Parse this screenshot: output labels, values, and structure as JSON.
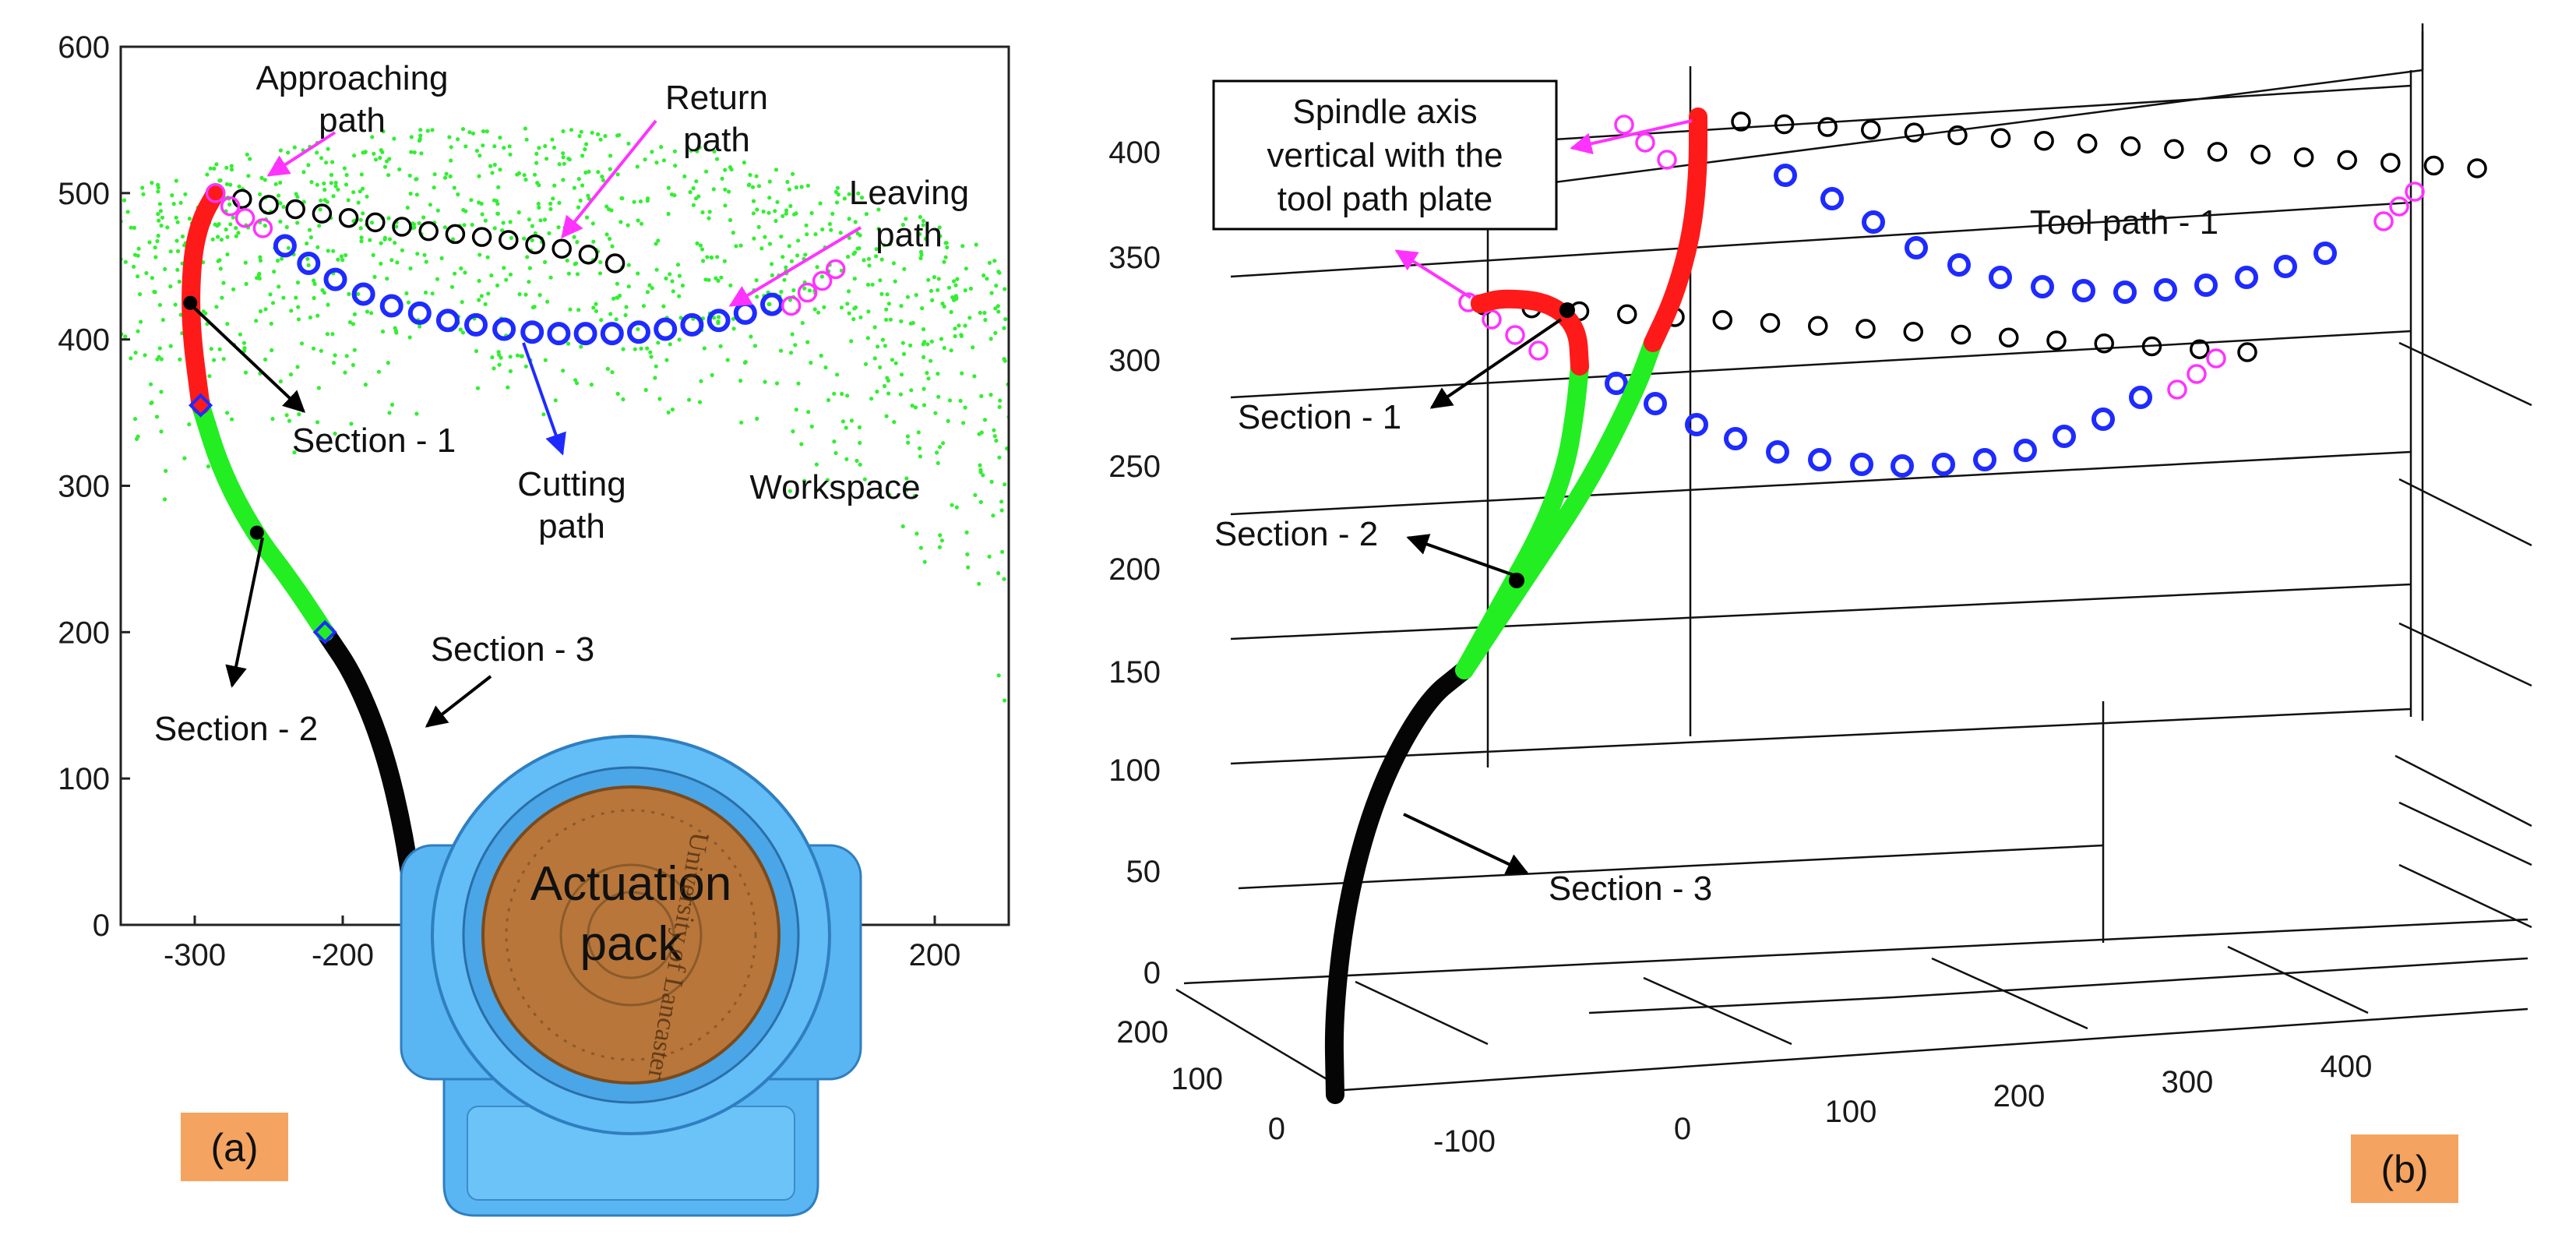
{
  "colors": {
    "section1": "#ff1a1a",
    "section2": "#22ee22",
    "section3": "#050505",
    "cutting": "#1e2bff",
    "return_path": "#000000",
    "approach_leave": "#ff33ff",
    "annotation_arrow": "#ff33ff",
    "workspace": "#33ee33",
    "panel_tag_bg": "#f4a460",
    "actuator_blue": "#59b8f5",
    "actuator_copper": "#b8763a"
  },
  "chart_data": [
    {
      "type": "scatter",
      "panel_tag": "(a)",
      "xlim": [
        -350,
        250
      ],
      "ylim": [
        0,
        600
      ],
      "x_ticks": [
        "-300",
        "-200",
        "200"
      ],
      "x_tick_values": [
        -300,
        -200,
        200
      ],
      "y_ticks": [
        "0",
        "100",
        "200",
        "300",
        "400",
        "500",
        "600"
      ],
      "y_tick_values": [
        0,
        100,
        200,
        300,
        400,
        500,
        600
      ],
      "series": [
        {
          "role": "section3",
          "x": [
            -150,
            -158,
            -172,
            -192,
            -212
          ],
          "y": [
            0,
            60,
            120,
            170,
            200
          ]
        },
        {
          "role": "section2",
          "x": [
            -212,
            -235,
            -260,
            -282,
            -296
          ],
          "y": [
            200,
            235,
            268,
            310,
            355
          ]
        },
        {
          "role": "section1",
          "x": [
            -296,
            -303,
            -302,
            -296,
            -286
          ],
          "y": [
            355,
            410,
            455,
            482,
            500
          ]
        },
        {
          "role": "return_path",
          "x": [
            -286,
            -268,
            -250,
            -232,
            -214,
            -196,
            -178,
            -160,
            -142,
            -124,
            -106,
            -88,
            -70,
            -52,
            -34,
            -16
          ],
          "y": [
            500,
            496,
            492,
            489,
            486,
            483,
            480,
            477,
            474,
            472,
            470,
            468,
            465,
            462,
            458,
            452
          ]
        },
        {
          "role": "approach",
          "x": [
            -286,
            -276,
            -266,
            -254
          ],
          "y": [
            500,
            491,
            483,
            476
          ]
        },
        {
          "role": "cutting",
          "x": [
            -239,
            -223,
            -205,
            -186,
            -167,
            -148,
            -129,
            -110,
            -91,
            -72,
            -54,
            -36,
            -18,
            0,
            18,
            36,
            54,
            72,
            90
          ],
          "y": [
            464,
            452,
            441,
            431,
            423,
            418,
            413,
            410,
            407,
            405,
            404,
            404,
            404,
            405,
            407,
            410,
            413,
            418,
            424
          ]
        },
        {
          "role": "leaving",
          "x": [
            103,
            114,
            124,
            133
          ],
          "y": [
            423,
            432,
            440,
            448
          ]
        }
      ],
      "annotations": [
        {
          "text_lines": [
            "Approaching",
            "path"
          ],
          "color": "annotation_arrow"
        },
        {
          "text_lines": [
            "Return",
            "path"
          ],
          "color": "annotation_arrow"
        },
        {
          "text_lines": [
            "Leaving",
            "path"
          ],
          "color": "annotation_arrow"
        },
        {
          "text_lines": [
            "Cutting",
            "path"
          ],
          "color": "cutting"
        },
        {
          "text_lines": [
            "Section - 1"
          ],
          "color": "section3"
        },
        {
          "text_lines": [
            "Section - 2"
          ],
          "color": "section3"
        },
        {
          "text_lines": [
            "Section - 3"
          ],
          "color": "section3"
        },
        {
          "text_lines": [
            "Workspace"
          ],
          "color": "section3"
        }
      ],
      "actuator_label": [
        "Actuation",
        "pack"
      ],
      "actuator_engraving": "University of Lancaster"
    },
    {
      "type": "scatter",
      "projection": "3d",
      "panel_tag": "(b)",
      "x_ticks": [
        "-100",
        "0",
        "100",
        "200",
        "300",
        "400"
      ],
      "y_ticks": [
        "0",
        "100",
        "200"
      ],
      "z_ticks": [
        "0",
        "50",
        "100",
        "150",
        "200",
        "250",
        "300",
        "350",
        "400"
      ],
      "series": [
        {
          "role": "robot_arm",
          "sections": [
            "Section - 1",
            "Section - 2",
            "Section - 3"
          ]
        },
        {
          "role": "tool_path_1_return",
          "count": 18
        },
        {
          "role": "tool_path_1_cutting",
          "count": 14
        },
        {
          "role": "tool_path_2_return",
          "count": 17
        },
        {
          "role": "tool_path_2_cutting",
          "count": 14
        }
      ],
      "annotations": [
        {
          "text_lines": [
            "Spindle axis",
            "vertical with the",
            "tool path plate"
          ],
          "boxed": true
        },
        {
          "text_lines": [
            "Tool path - 1"
          ]
        },
        {
          "text_lines": [
            "Section - 1"
          ]
        },
        {
          "text_lines": [
            "Section - 2"
          ]
        },
        {
          "text_lines": [
            "Section - 3"
          ]
        }
      ]
    }
  ]
}
